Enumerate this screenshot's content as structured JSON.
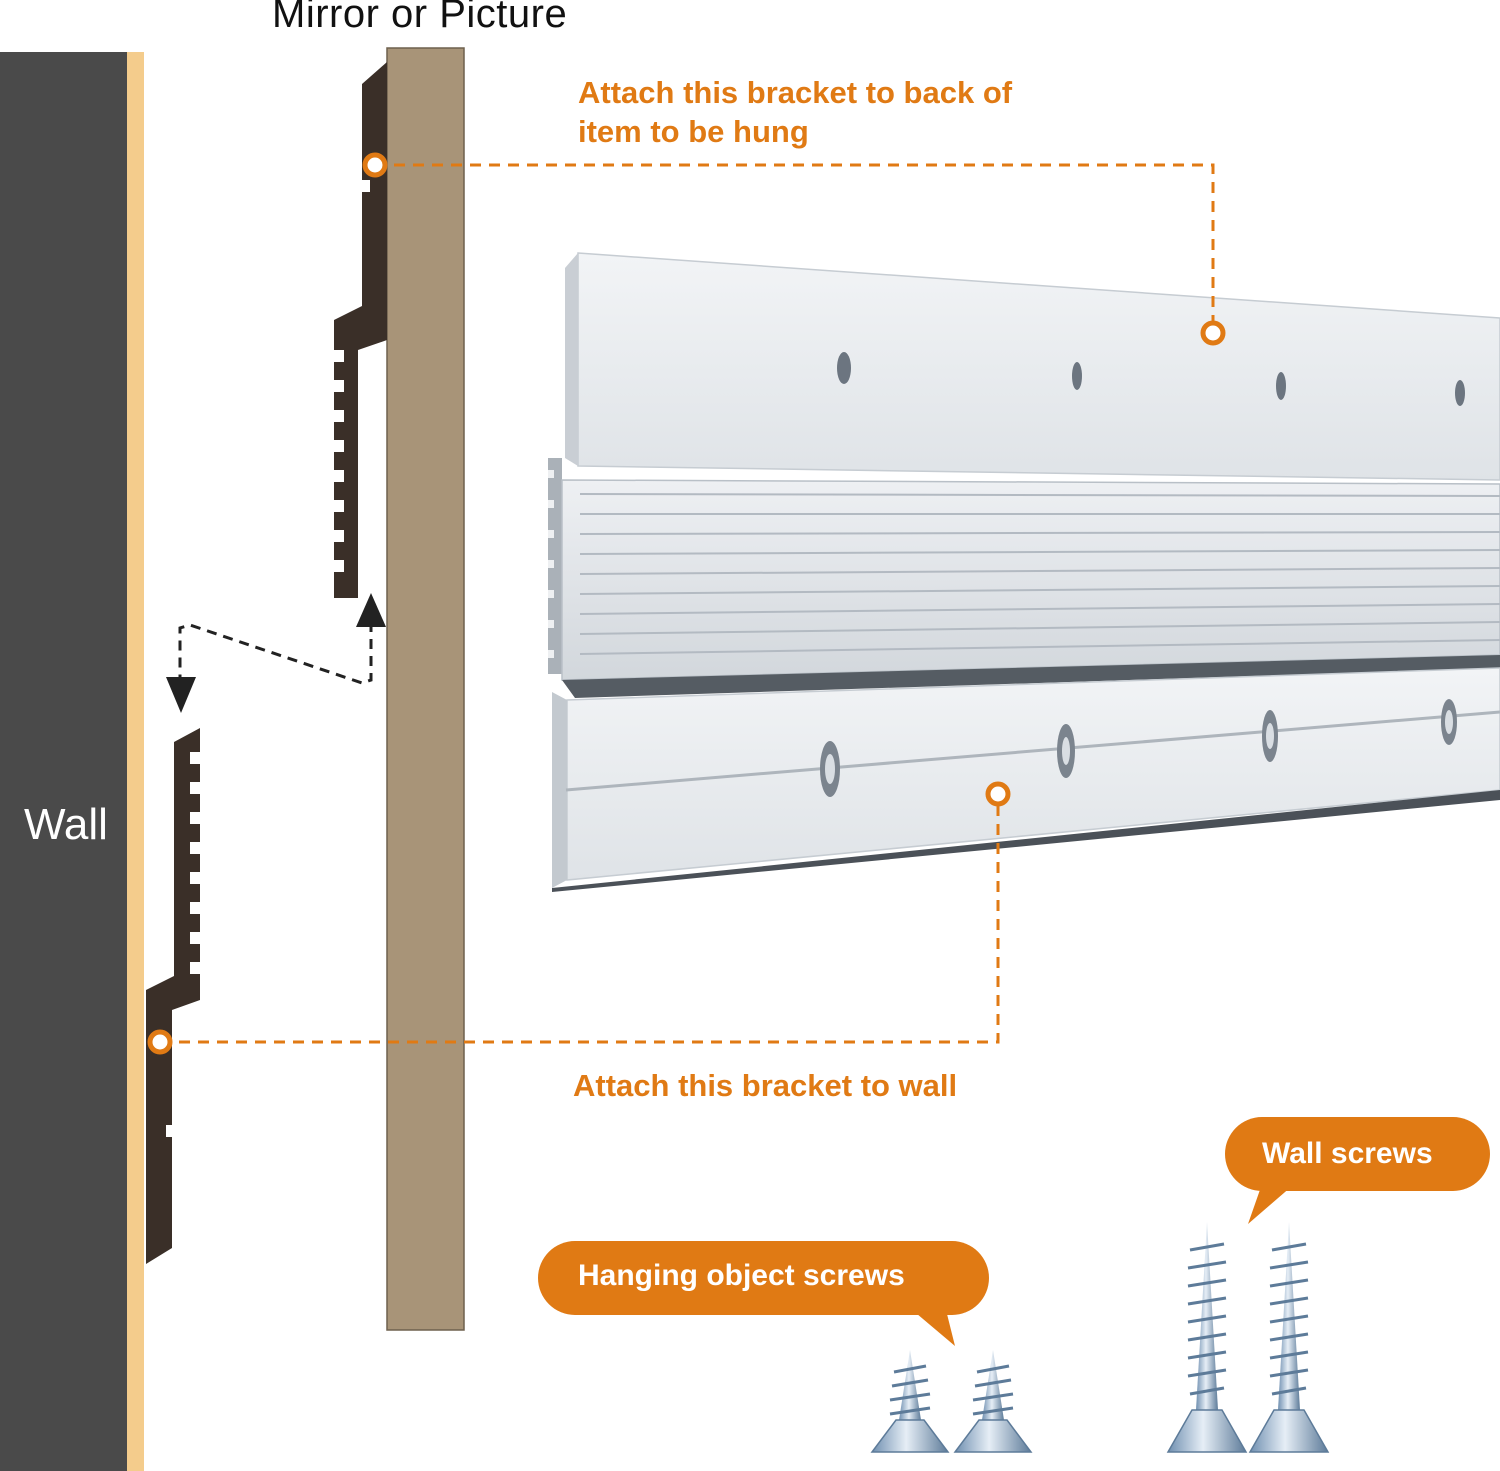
{
  "labels": {
    "title": "Mirror or Picture",
    "wall": "Wall",
    "attach_top_line1": "Attach this bracket to back of",
    "attach_top_line2": "item to be hung",
    "attach_bottom": "Attach this bracket to wall",
    "hanging_screws": "Hanging object screws",
    "wall_screws": "Wall screws"
  },
  "colors": {
    "wall": "#4a4a4a",
    "wall_edge": "#f4cc8c",
    "picture_board": "#a89478",
    "bracket_profile": "#3a2f28",
    "accent_orange": "#e07a14",
    "aluminum": "#e4e7ea"
  }
}
